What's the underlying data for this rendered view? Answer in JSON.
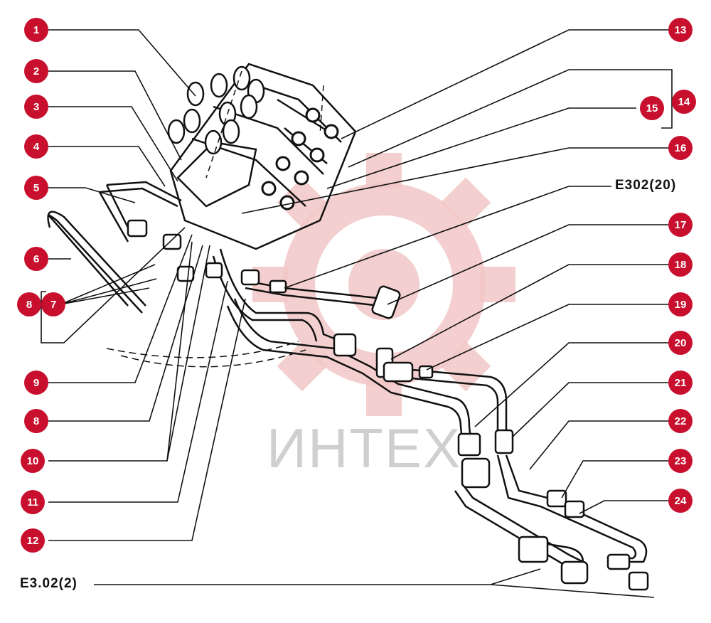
{
  "diagram": {
    "callouts": [
      {
        "id": "c1",
        "label": "1"
      },
      {
        "id": "c2",
        "label": "2"
      },
      {
        "id": "c3",
        "label": "3"
      },
      {
        "id": "c4",
        "label": "4"
      },
      {
        "id": "c5",
        "label": "5"
      },
      {
        "id": "c6",
        "label": "6"
      },
      {
        "id": "c7",
        "label": "7"
      },
      {
        "id": "c8a",
        "label": "8"
      },
      {
        "id": "c9",
        "label": "9"
      },
      {
        "id": "c8b",
        "label": "8"
      },
      {
        "id": "c10",
        "label": "10"
      },
      {
        "id": "c11",
        "label": "11"
      },
      {
        "id": "c12",
        "label": "12"
      },
      {
        "id": "c13",
        "label": "13"
      },
      {
        "id": "c14",
        "label": "14"
      },
      {
        "id": "c15",
        "label": "15"
      },
      {
        "id": "c16",
        "label": "16"
      },
      {
        "id": "c17",
        "label": "17"
      },
      {
        "id": "c18",
        "label": "18"
      },
      {
        "id": "c19",
        "label": "19"
      },
      {
        "id": "c20",
        "label": "20"
      },
      {
        "id": "c21",
        "label": "21"
      },
      {
        "id": "c22",
        "label": "22"
      },
      {
        "id": "c23",
        "label": "23"
      },
      {
        "id": "c24",
        "label": "24"
      }
    ],
    "references": {
      "ref_right": "E302(20)",
      "ref_bottom": "E3.02(2)"
    },
    "watermark": "ИНТЕХ",
    "colors": {
      "badge": "#c8102e",
      "line": "#111111",
      "watermark_gear": "#f3c7c7",
      "watermark_text": "#cfcfcf"
    }
  }
}
